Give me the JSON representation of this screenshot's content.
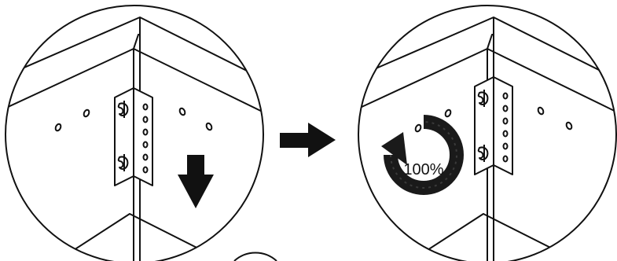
{
  "step_left": {
    "name": "close-up-before",
    "action_icon": "down-arrow-icon"
  },
  "transition_icon": "right-arrow-icon",
  "step_right": {
    "name": "close-up-after",
    "action_icon": "rotate-arrow-icon",
    "rotation_label": "100%"
  },
  "colors": {
    "line": "#111111",
    "background": "#ffffff"
  }
}
